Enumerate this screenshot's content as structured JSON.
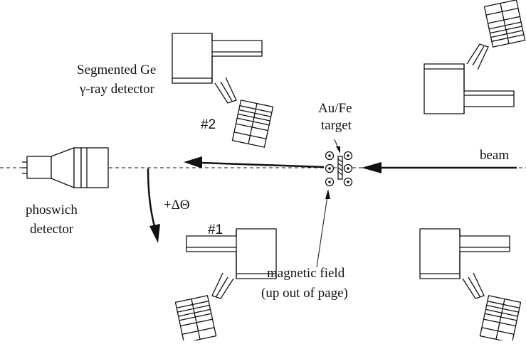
{
  "labels": {
    "ge_detector_line1": "Segmented Ge",
    "ge_detector_line2": "γ-ray detector",
    "detector_2": "#2",
    "detector_1": "#1",
    "target_line1": "Au/Fe",
    "target_line2": "target",
    "beam": "beam",
    "delta_theta": "+ΔΘ",
    "phoswich_line1": "phoswich",
    "phoswich_line2": "detector",
    "field_line1": "magnetic field",
    "field_line2": "(up out of page)"
  },
  "colors": {
    "ink": "#111111",
    "background": "#ffffff"
  }
}
